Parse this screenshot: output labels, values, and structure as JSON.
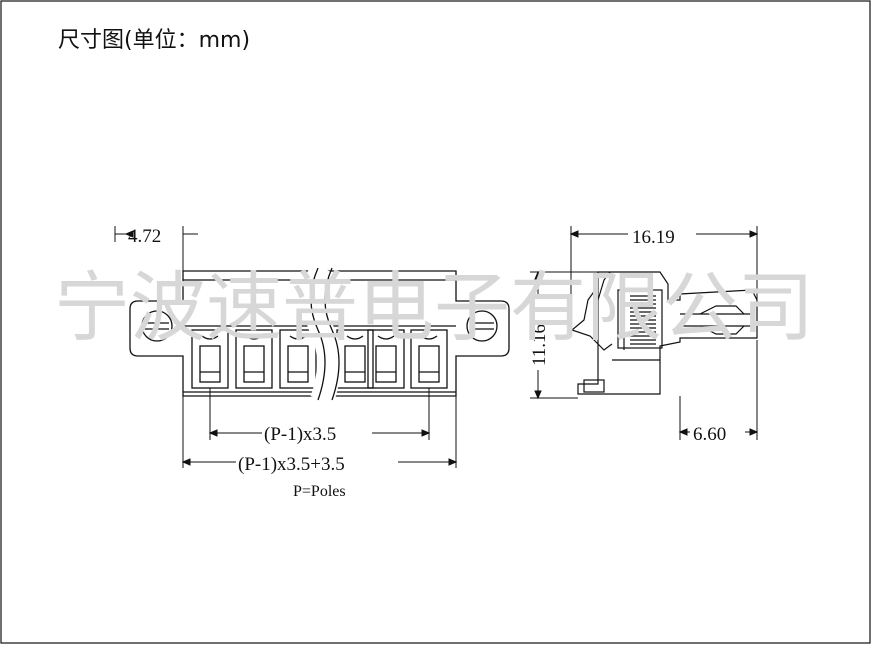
{
  "title": "尺寸图(单位：mm)",
  "watermark": "宁波速普电子有限公司",
  "front_view": {
    "width_screw_label": "4.72",
    "pitch_label": "(P-1)x3.5",
    "total_label": "(P-1)x3.5+3.5",
    "poles_note": "P=Poles"
  },
  "side_view": {
    "depth_label": "16.19",
    "height_label": "11.16",
    "pin_label": "6.60"
  },
  "colors": {
    "line": "#111111",
    "watermark": "#d7d7d7"
  }
}
